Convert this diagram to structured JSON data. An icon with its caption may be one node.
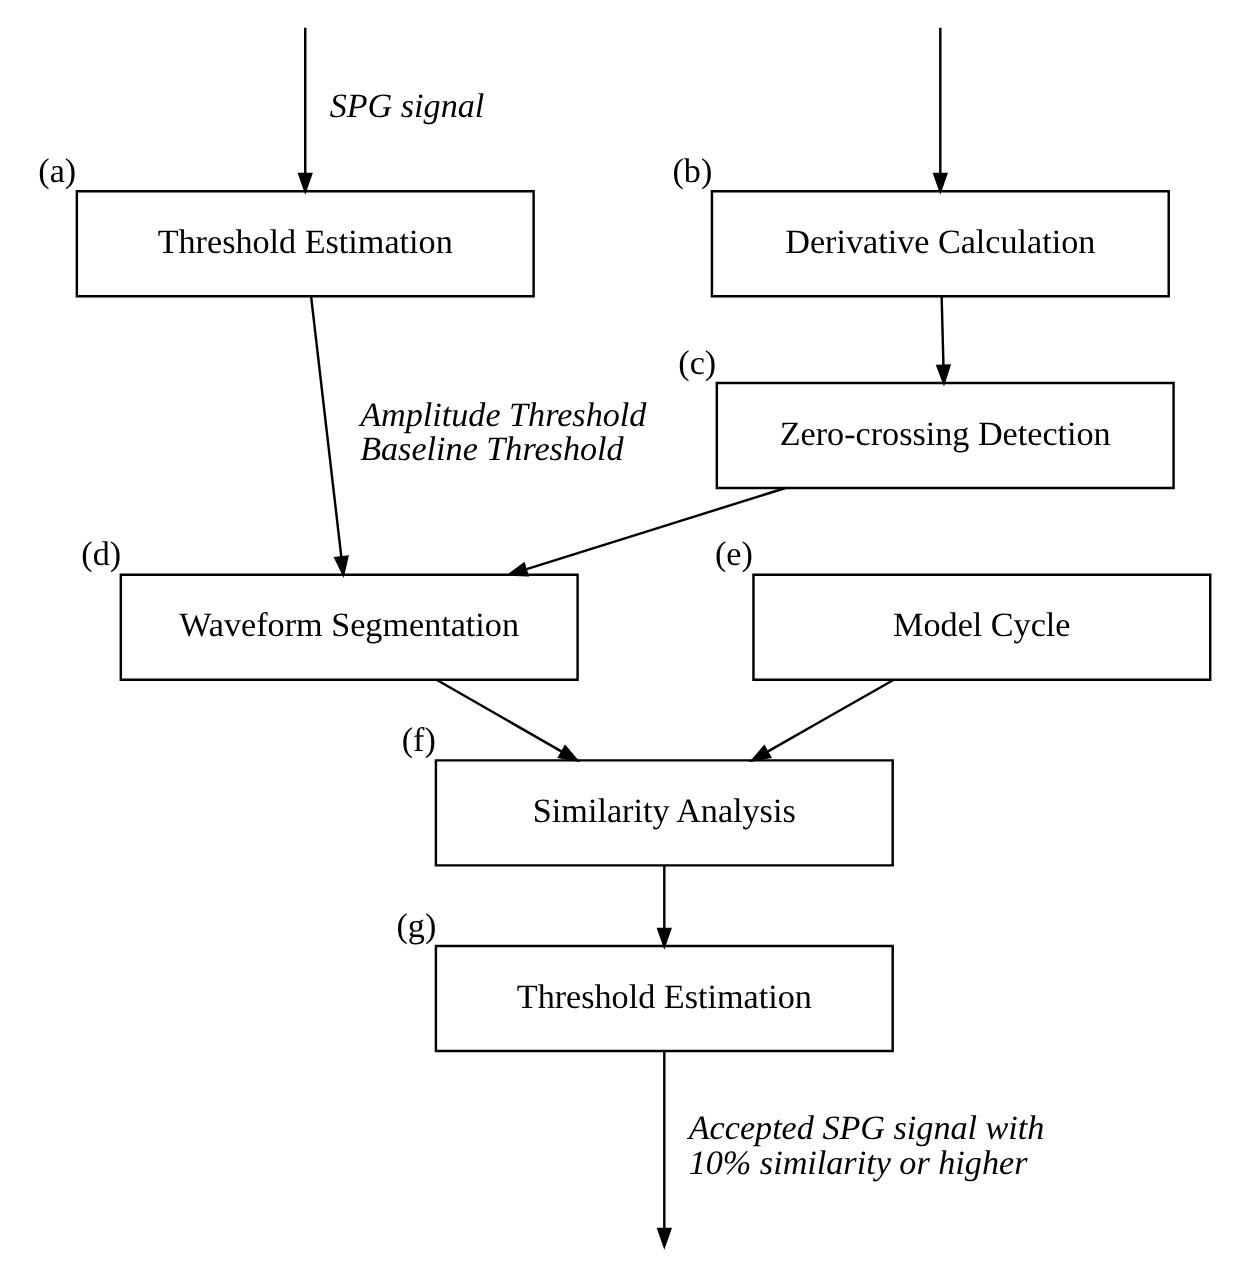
{
  "diagram": {
    "nodes": [
      {
        "text": [
          "Threshold Estimation"
        ],
        "beside": [
          "(a)"
        ]
      },
      {
        "text": [
          "Derivative Calculation"
        ],
        "beside": [
          "(b)"
        ]
      },
      {
        "text": [
          "Zero-crossing Detection"
        ],
        "beside": [
          "(c)"
        ]
      },
      {
        "text": [
          "Waveform Segmentation"
        ],
        "beside": [
          "(d)"
        ]
      },
      {
        "text": [
          "Model Cycle"
        ],
        "beside": [
          "(e)"
        ]
      },
      {
        "text": [
          "Similarity Analysis"
        ],
        "beside": [
          "(f)"
        ]
      },
      {
        "text": [
          "Threshold Estimation"
        ],
        "beside": [
          "(g)"
        ]
      }
    ],
    "edges": [
      {
        "from": null,
        "to": 0,
        "arrow": "to",
        "label": "SPG signal"
      },
      {
        "from": null,
        "to": 1,
        "arrow": "to"
      },
      {
        "from": 1,
        "to": 2,
        "arrow": "to"
      },
      {
        "from": 0,
        "to": 3,
        "arrow": "to",
        "label": "Amplitude Threshold Baseline Threshold"
      },
      {
        "from": 2,
        "to": 3,
        "arrow": "to"
      },
      {
        "from": 3,
        "to": 5,
        "arrow": "to"
      },
      {
        "from": 4,
        "to": 5,
        "arrow": "to"
      },
      {
        "from": 5,
        "to": 6,
        "arrow": "to"
      },
      {
        "from": 6,
        "to": null,
        "arrow": "to",
        "label": "Accepted SPG signal with 10% similarity or higher"
      }
    ]
  }
}
